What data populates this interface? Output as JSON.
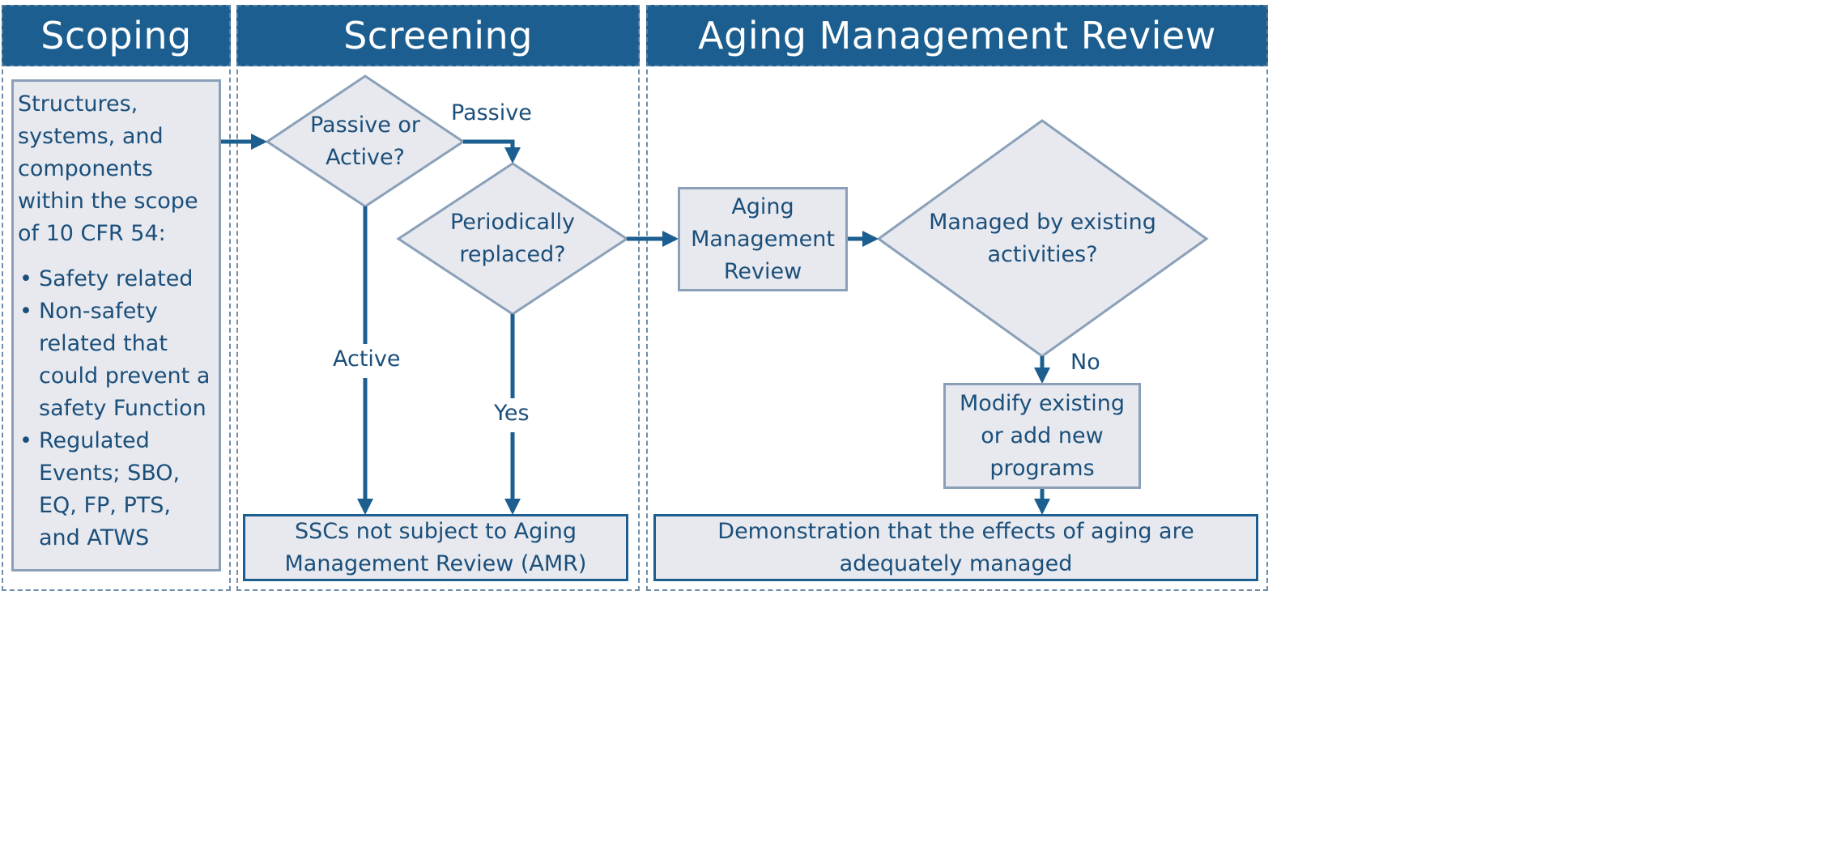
{
  "headers": {
    "scoping": "Scoping",
    "screening": "Screening",
    "amr": "Aging Management Review"
  },
  "scoping_box": {
    "intro": "Structures, systems, and components within the scope of 10 CFR 54:",
    "bullets": [
      "Safety related",
      "Non-safety related that could prevent a safety Function",
      "Regulated Events; SBO, EQ, FP, PTS, and ATWS"
    ]
  },
  "screening": {
    "passive_active_question": "Passive or Active?",
    "passive_label": "Passive",
    "active_label": "Active",
    "periodically_question": "Periodically replaced?",
    "yes_label": "Yes",
    "not_subject_box": "SSCs not subject to Aging Management Review (AMR)"
  },
  "amr": {
    "review_box": "Aging Management Review",
    "managed_question": "Managed by existing activities?",
    "no_label": "No",
    "modify_box": "Modify existing or add new programs",
    "demonstration_box": "Demonstration that the effects of aging are adequately managed"
  },
  "colors": {
    "header_fill": "#1b5e8f",
    "box_fill": "#e7e9ef",
    "arrow": "#1b5e8f",
    "text": "#1b4f7a"
  }
}
